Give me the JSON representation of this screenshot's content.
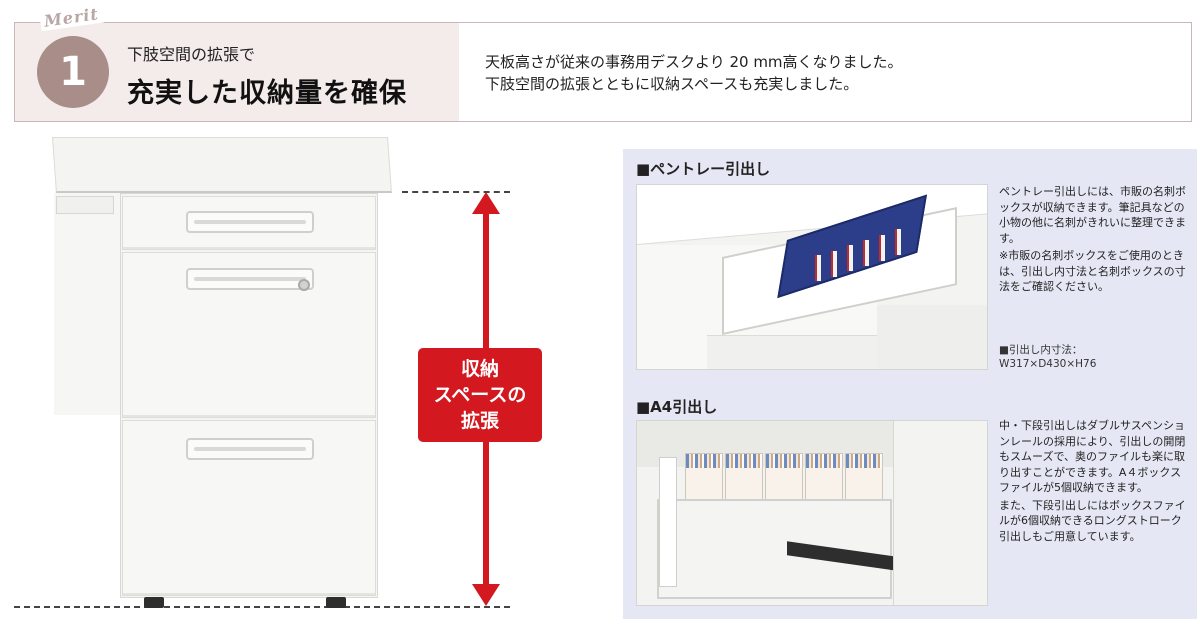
{
  "header": {
    "merit_label": "Merit",
    "merit_number": "1",
    "subtitle": "下肢空間の拡張で",
    "title": "充実した収納量を確保",
    "description_line1": "天板高さが従来の事務用デスクより 20 mm高くなりました。",
    "description_line2": "下肢空間の拡張とともに収納スペースも充実しました。"
  },
  "badge": {
    "line1": "収納",
    "line2": "スペースの",
    "line3": "拡張"
  },
  "colors": {
    "accent_red": "#d31820",
    "merit_circle": "#a88d89",
    "header_left_bg": "#f3ecea",
    "panel_bg": "#e5e8f4"
  },
  "pen_tray": {
    "title": "■ペントレー引出し",
    "desc_p1": "ペントレー引出しには、市販の名刺ボックスが収納できます。筆記具などの小物の他に名刺がきれいに整理できます。",
    "desc_p2": "※市販の名刺ボックスをご使用のときは、引出し内寸法と名刺ボックスの寸法をご確認ください。",
    "spec_label": "■引出し内寸法：",
    "spec_value": "W317×D430×H76"
  },
  "a4_drawer": {
    "title": "■A4引出し",
    "desc_p1": "中・下段引出しはダブルサスペンションレールの採用により、引出しの開閉もスムーズで、奥のファイルも楽に取り出すことができます。A４ボックスファイルが5個収納できます。",
    "desc_p2": "また、下段引出しにはボックスファイルが6個収納できるロングストローク引出しもご用意しています。"
  }
}
